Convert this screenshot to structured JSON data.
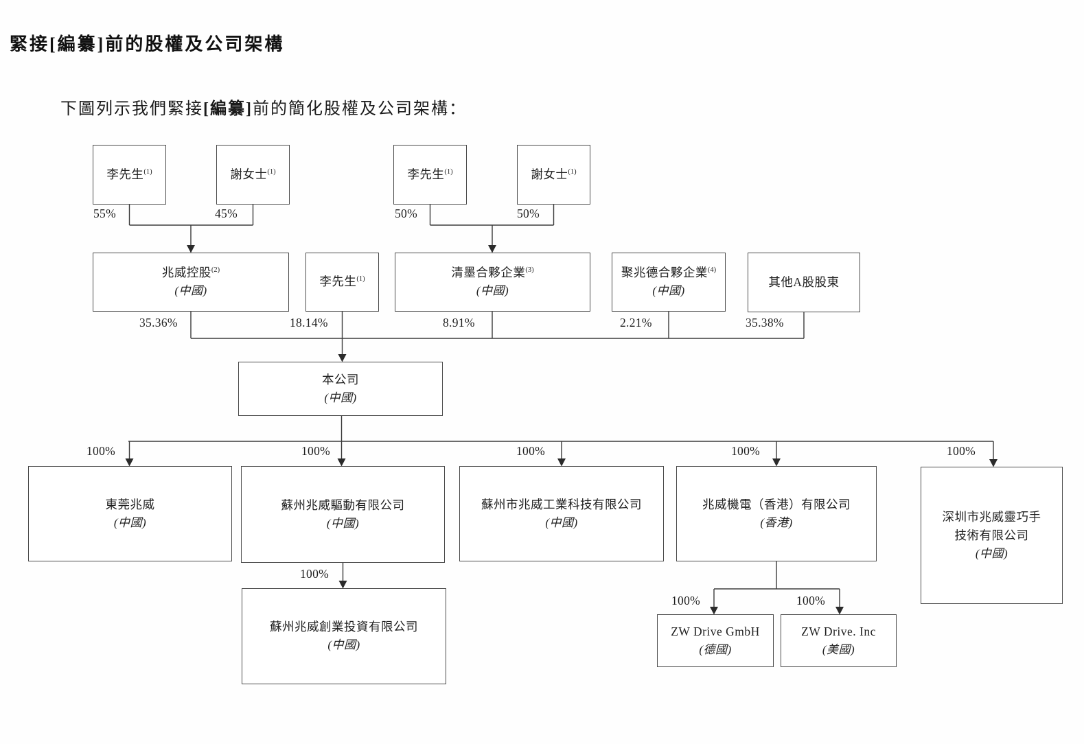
{
  "page": {
    "title": "緊接[編纂]前的股權及公司架構",
    "subtitle_pre": "下圖列示我們緊接",
    "subtitle_em": "[編纂]",
    "subtitle_post": "前的簡化股權及公司架構："
  },
  "colors": {
    "background": "#fefefe",
    "text": "#1f1f1f",
    "box_border": "#4a4a4a",
    "line": "#3b3b3b"
  },
  "nodes": [
    {
      "name": "李先生",
      "sup": "(1)"
    },
    {
      "name": "謝女士",
      "sup": "(1)"
    },
    {
      "name": "李先生",
      "sup": "(1)"
    },
    {
      "name": "謝女士",
      "sup": "(1)"
    },
    {
      "name": "兆威控股",
      "sup": "(2)",
      "jurisdiction": "(中國)"
    },
    {
      "name": "李先生",
      "sup": "(1)"
    },
    {
      "name": "清墨合夥企業",
      "sup": "(3)",
      "jurisdiction": "(中國)"
    },
    {
      "name": "聚兆德合夥企業",
      "sup": "(4)",
      "jurisdiction": "(中國)"
    },
    {
      "name": "其他A股股東"
    },
    {
      "name": "本公司",
      "jurisdiction": "(中國)"
    },
    {
      "name": "東莞兆威",
      "jurisdiction": "(中國)"
    },
    {
      "name": "蘇州兆威驅動有限公司",
      "jurisdiction": "(中國)"
    },
    {
      "name": "蘇州市兆威工業科技有限公司",
      "jurisdiction": "(中國)"
    },
    {
      "name": "兆威機電（香港）有限公司",
      "jurisdiction": "(香港)"
    },
    {
      "name": "深圳市兆威靈巧手",
      "name2": "技術有限公司",
      "jurisdiction": "(中國)"
    },
    {
      "name": "蘇州兆威創業投資有限公司",
      "jurisdiction": "(中國)"
    },
    {
      "name": "ZW Drive GmbH",
      "jurisdiction": "(德國)"
    },
    {
      "name": "ZW Drive. Inc",
      "jurisdiction": "(美國)"
    }
  ],
  "percents": [
    "55%",
    "45%",
    "50%",
    "50%",
    "35.36%",
    "18.14%",
    "8.91%",
    "2.21%",
    "35.38%",
    "100%",
    "100%",
    "100%",
    "100%",
    "100%",
    "100%",
    "100%",
    "100%"
  ]
}
